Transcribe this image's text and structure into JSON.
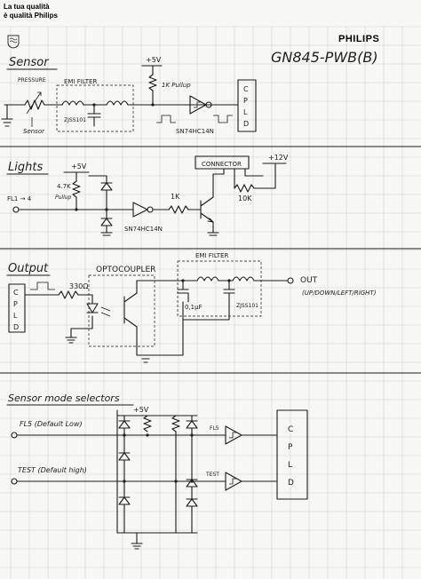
{
  "header": {
    "line1": "La tua qualità",
    "line2": "è qualità Philips",
    "brand": "PHILIPS",
    "model": "GN845-PWB(B)"
  },
  "sensor": {
    "title": "Sensor",
    "pressure": "PRESSURE",
    "sensor_label": "Sensor",
    "emi": "EMI FILTER",
    "cap": "ZJSS101",
    "supply": "+5V",
    "pullup": "1K Pullup",
    "ic": "SN74HC14N",
    "cpld": [
      "C",
      "P",
      "L",
      "D"
    ]
  },
  "lights": {
    "title": "Lights",
    "supply": "+5V",
    "supply2": "+12V",
    "res1": "4.7K",
    "pullup": "Pullup",
    "input": "FL1 → 4",
    "res2": "1K",
    "ic": "SN74HC14N",
    "connector": "CONNECTOR",
    "res3": "10K"
  },
  "output": {
    "title": "Output",
    "cpld": [
      "C",
      "P",
      "L",
      "D"
    ],
    "res": "330Ω",
    "opto": "OPTOCOUPLER",
    "emi": "EMI FILTER",
    "cap1": "0,1µF",
    "cap2": "ZJSS101",
    "out": "OUT",
    "out_desc": "(UP/DOWN/LEFT/RIGHT)"
  },
  "selectors": {
    "title": "Sensor mode selectors",
    "supply": "+5V",
    "fl5": "FL5 (Default Low)",
    "test": "TEST (Default high)",
    "tag_fl5": "FL5",
    "tag_test": "TEST",
    "cpld": [
      "C",
      "P",
      "L",
      "D"
    ]
  }
}
